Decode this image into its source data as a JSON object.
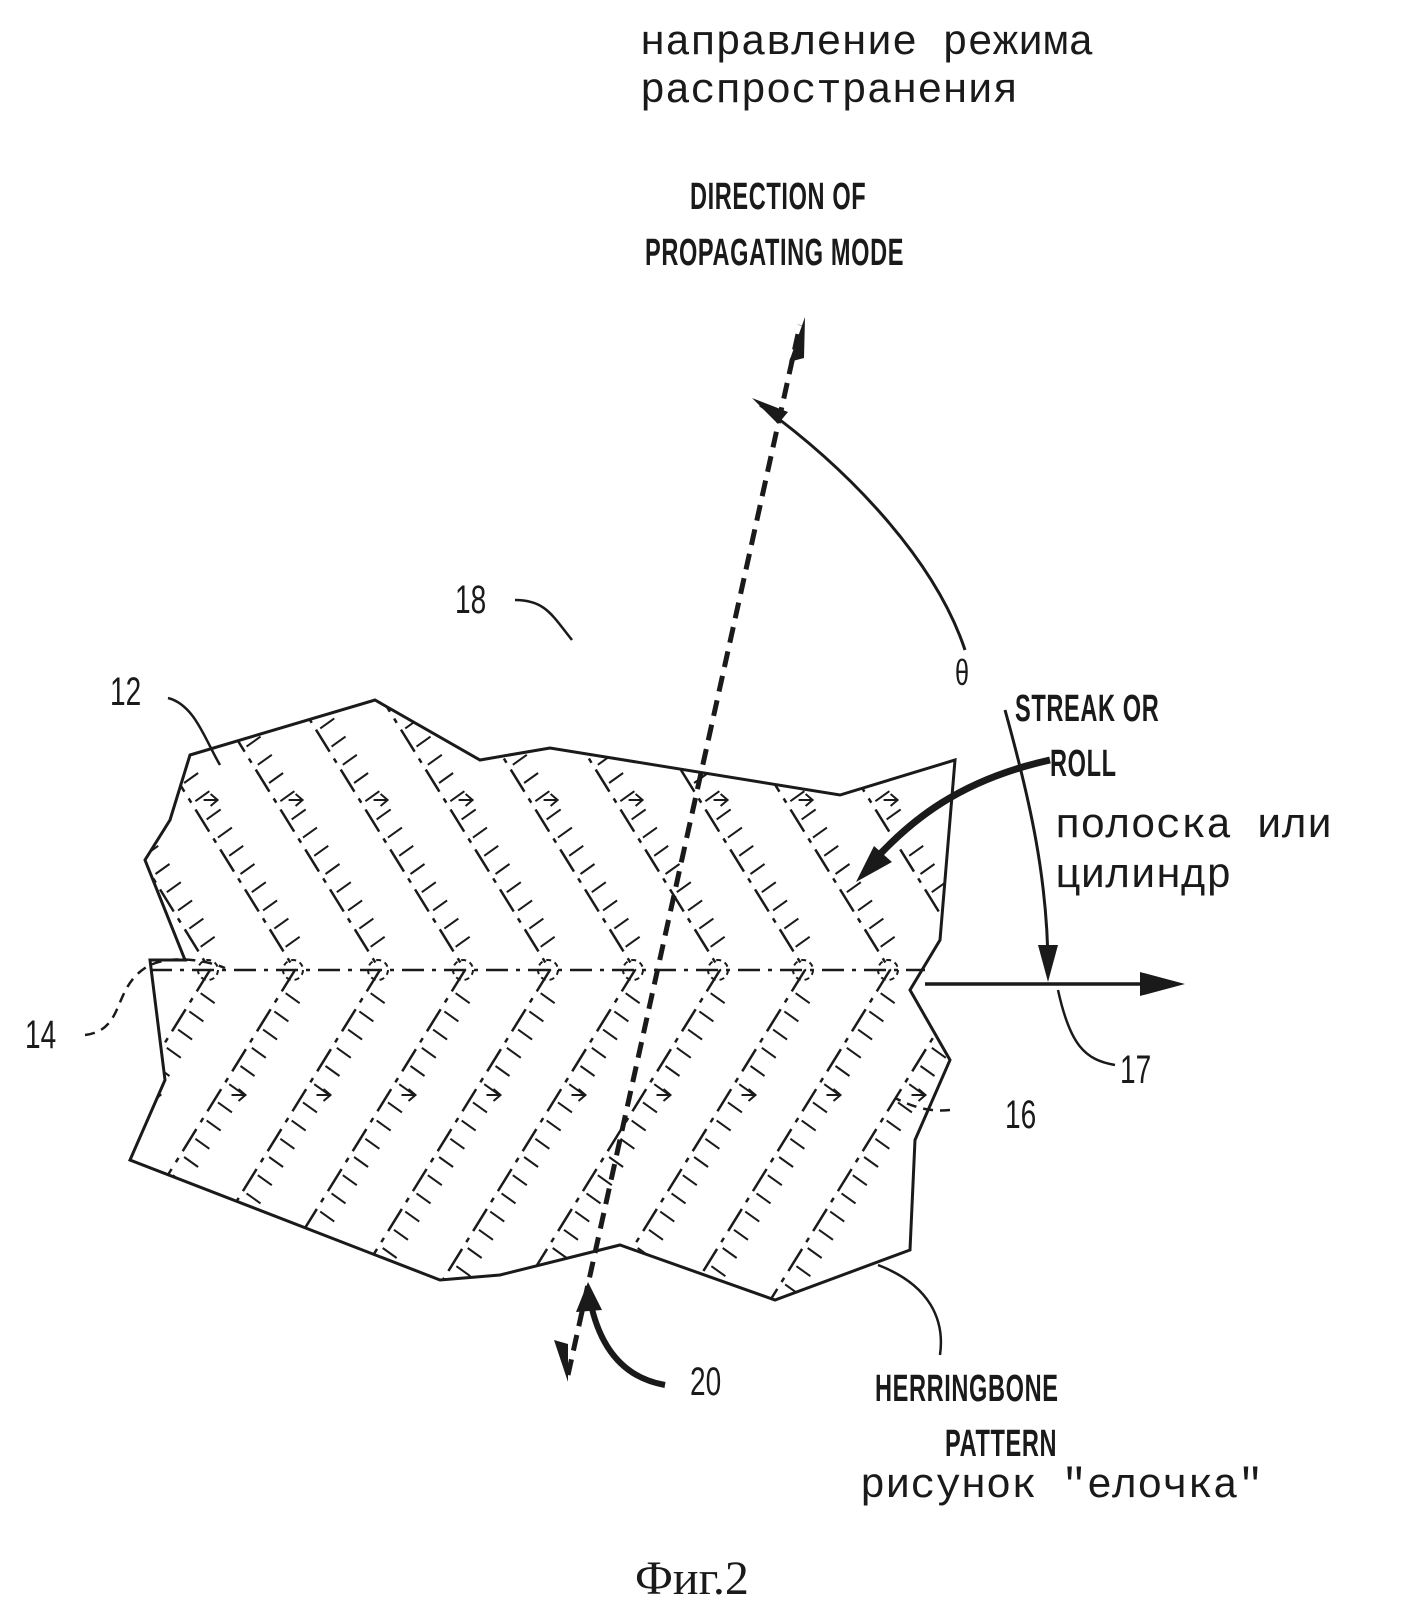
{
  "labels": {
    "ru_direction_line1": "направление режима",
    "ru_direction_line2": "распространения",
    "en_direction_line1": "DIRECTION OF",
    "en_direction_line2": "PROPAGATING MODE",
    "ref_18": "18",
    "ref_12": "12",
    "theta": "θ",
    "en_streak_line1": "STREAK OR",
    "en_streak_line2": "ROLL",
    "ru_streak_line1": "полоска или",
    "ru_streak_line2": "цилиндр",
    "ref_14": "14",
    "ref_17": "17",
    "ref_16": "16",
    "ref_20": "20",
    "en_herringbone_line1": "HERRINGBONE",
    "en_herringbone_line2": "PATTERN",
    "ru_herringbone": "рисунок \"елочка\"",
    "figure_caption": "Фиг.2"
  },
  "colors": {
    "ink": "#1a1a1a",
    "background": "#ffffff"
  }
}
